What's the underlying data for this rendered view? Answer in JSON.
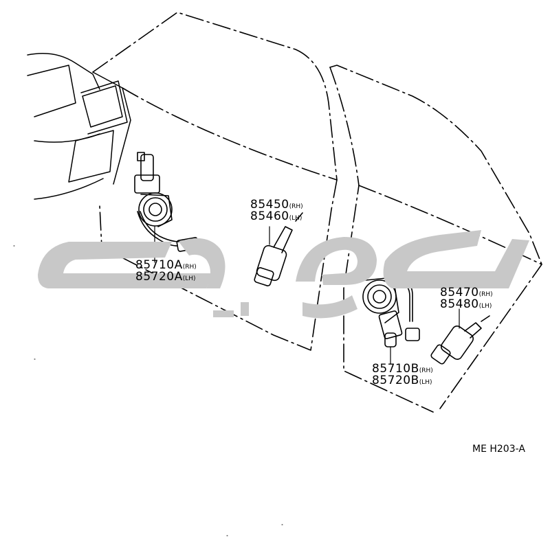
{
  "parts": {
    "front_regulator_motor": {
      "number_rh": "85710A",
      "side_rh": "(RH)",
      "number_lh": "85720A",
      "side_lh": "(LH)"
    },
    "front_lock_solenoid": {
      "number_rh": "85450",
      "side_rh": "(RH)",
      "number_lh": "85460",
      "side_lh": "(LH)"
    },
    "rear_regulator_motor": {
      "number_rh": "85710B",
      "side_rh": "(RH)",
      "number_lh": "85720B",
      "side_lh": "(LH)"
    },
    "rear_lock_solenoid": {
      "number_rh": "85470",
      "side_rh": "(RH)",
      "number_lh": "85480",
      "side_lh": "(LH)"
    }
  },
  "reference_code": "ME H203-A",
  "watermark": {
    "description": "gray arabic-script watermark logo",
    "color": "#c8c8c8"
  },
  "line_color": "#000000"
}
